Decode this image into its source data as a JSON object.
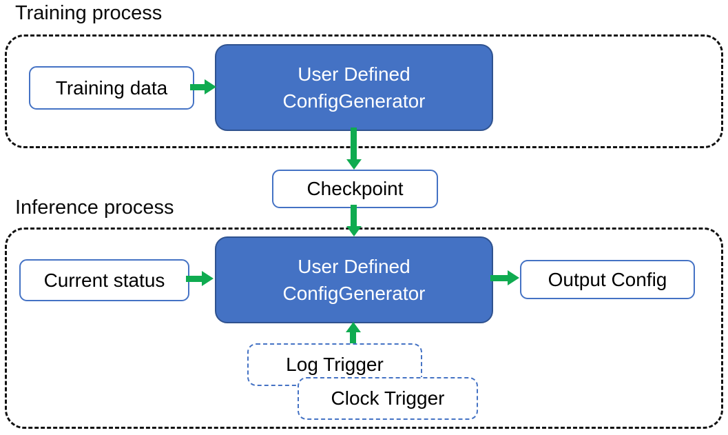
{
  "colors": {
    "accent_blue": "#4472C4",
    "dark_blue_border": "#2F528F",
    "green_arrow": "#0FAB50",
    "frame_dash": "#111111",
    "text_black": "#0a0a0a",
    "box_text_white": "#ffffff"
  },
  "training": {
    "label": "Training process",
    "data_box": "Training data",
    "generator": {
      "line1": "User Defined",
      "line2": "ConfigGenerator"
    }
  },
  "checkpoint": {
    "label": "Checkpoint"
  },
  "inference": {
    "label": "Inference process",
    "status_box": "Current status",
    "generator": {
      "line1": "User Defined",
      "line2": "ConfigGenerator"
    },
    "output_box": "Output Config",
    "log_trigger": "Log Trigger",
    "clock_trigger": "Clock Trigger"
  }
}
